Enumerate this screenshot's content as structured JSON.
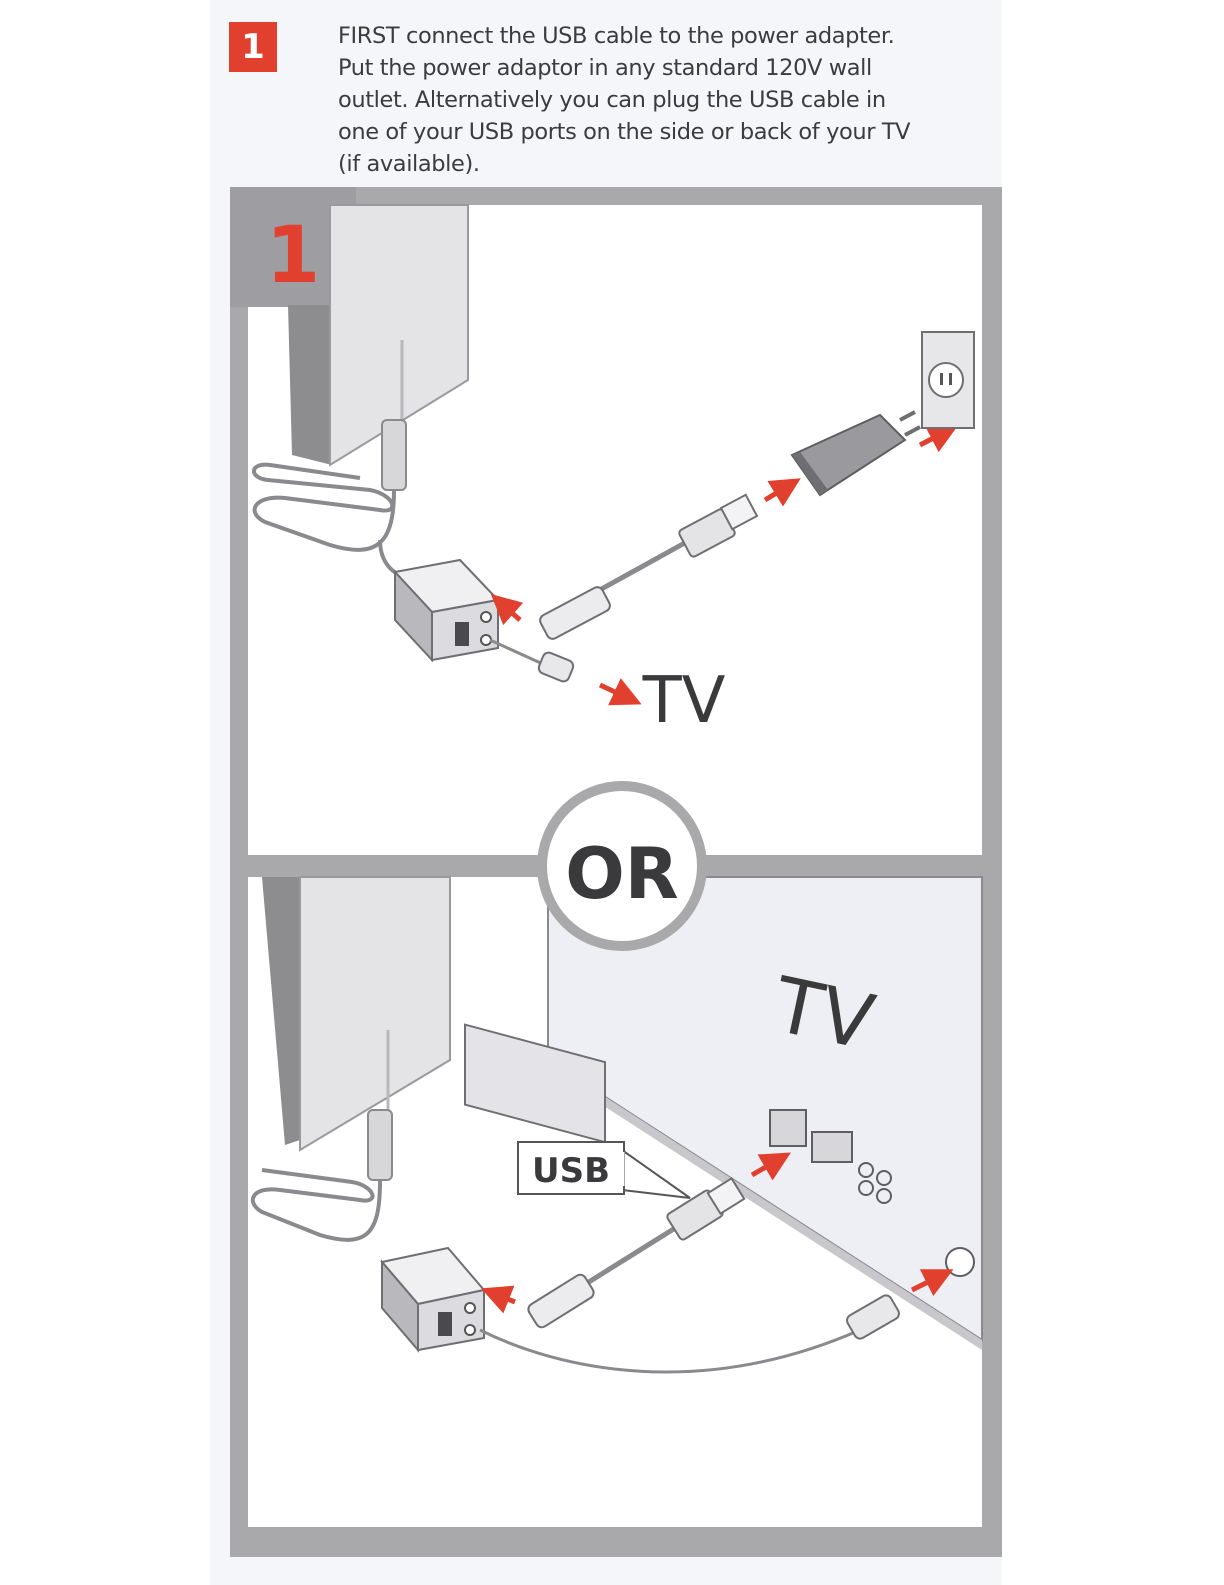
{
  "step": {
    "number": "1",
    "badge_color": "#e1402f",
    "instruction_lines": [
      "FIRST connect the USB cable to the power adapter.",
      "Put the power adaptor in any standard 120V wall",
      "outlet.  Alternatively you can plug the USB cable in",
      "one of your USB ports on the side or back of your TV",
      "(if available)."
    ]
  },
  "panel_top": {
    "panel_number": "1",
    "tv_label": "TV"
  },
  "divider": {
    "or_label": "OR"
  },
  "panel_bottom": {
    "tv_label": "TV",
    "usb_label": "USB"
  },
  "colors": {
    "accent_red": "#e1402f",
    "frame_gray": "#a9a9ac",
    "text_dark": "#3c3c3c"
  }
}
